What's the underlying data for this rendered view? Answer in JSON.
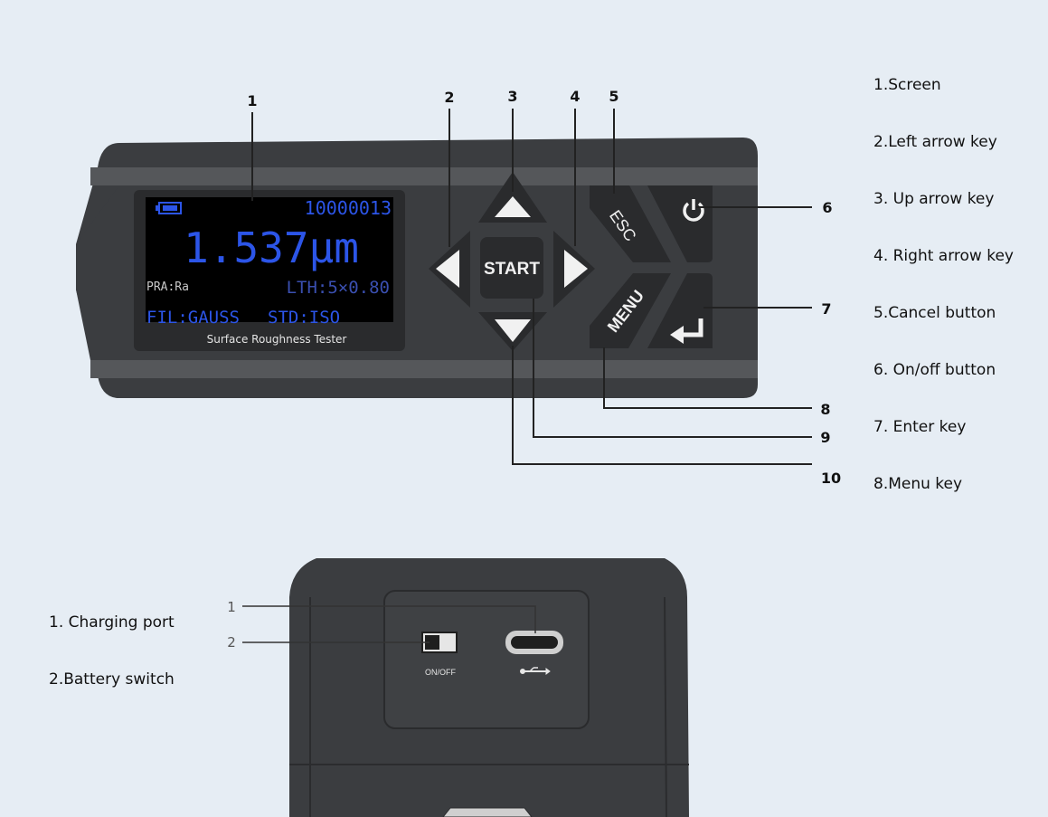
{
  "colors": {
    "background": "#e6edf4",
    "body_dark": "#3b3d40",
    "body_band": "#55575a",
    "screen_bg": "#000000",
    "lcd_text": "#2c55e8",
    "lcd_text_dim": "#4a5a9a",
    "leader_line": "#222222",
    "key_light": "#f1f1f1"
  },
  "front_panel": {
    "screen": {
      "battery_icon": "battery-icon",
      "serial": "10000013",
      "value": "1.537µm",
      "param": "PRA:Ra",
      "length": "LTH:5×0.80",
      "filter": "FIL:GAUSS",
      "standard": "STD:ISO",
      "caption": "Surface Roughness Tester"
    },
    "keys": {
      "start": "START",
      "esc": "ESC",
      "menu": "MENU",
      "power_icon": "power-icon",
      "enter_icon": "enter-icon",
      "up_icon": "up-arrow-icon",
      "down_icon": "down-arrow-icon",
      "left_icon": "left-arrow-icon",
      "right_icon": "right-arrow-icon"
    },
    "callouts": [
      "1",
      "2",
      "3",
      "4",
      "5",
      "6",
      "7",
      "8",
      "9",
      "10"
    ],
    "legend": [
      "1.Screen",
      "2.Left arrow key",
      "3. Up arrow key",
      "4. Right arrow key",
      "5.Cancel button",
      "6. On/off button",
      "7. Enter key",
      "8.Menu key"
    ]
  },
  "bottom_panel": {
    "switch_label": "ON/OFF",
    "usb_icon": "usb-icon",
    "callouts": [
      "1",
      "2"
    ],
    "legend": [
      "1. Charging port",
      "2.Battery switch"
    ]
  }
}
